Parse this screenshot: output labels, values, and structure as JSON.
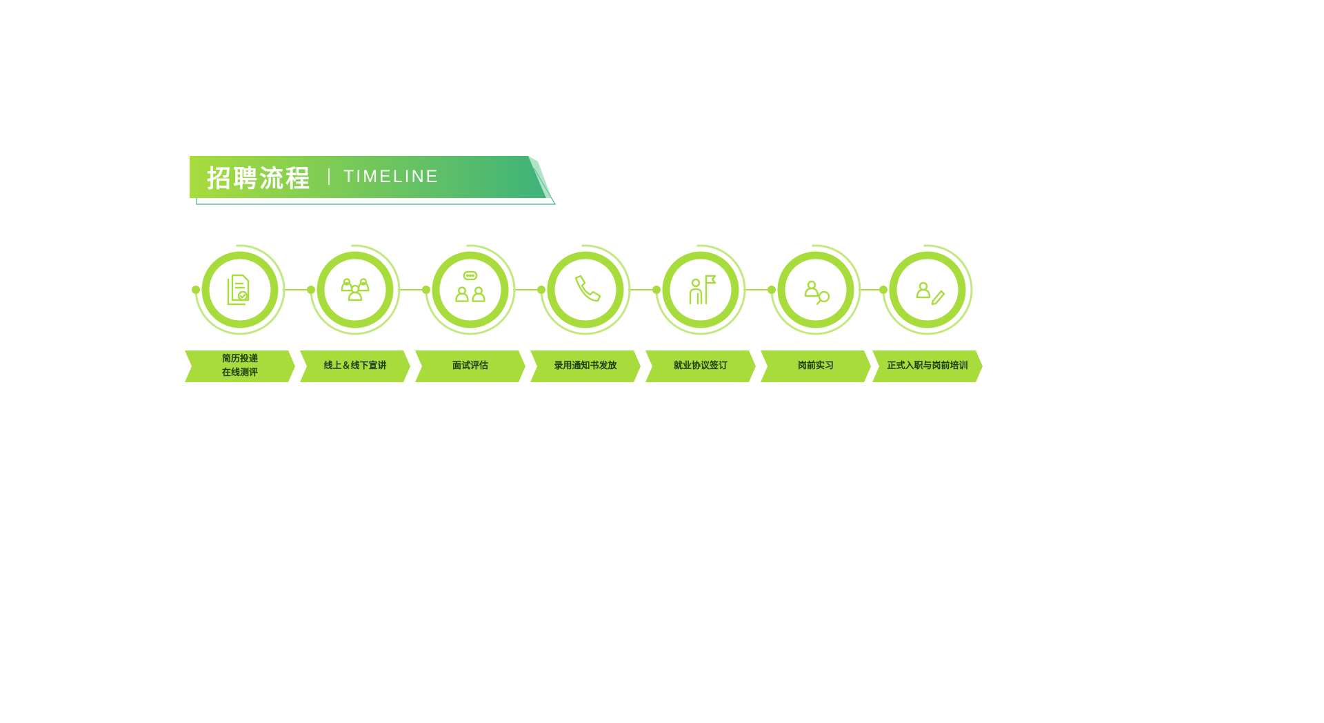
{
  "header": {
    "title": "招聘流程",
    "subtitle": "TIMELINE"
  },
  "colors": {
    "lime": "#a7dc3c",
    "lime_light": "#c3e87f",
    "green_dark": "#3fb37a",
    "label_text": "#1d3b10"
  },
  "steps": [
    {
      "label": "简历投递\n在线测评",
      "icon": "resume-check-icon"
    },
    {
      "label": "线上＆线下宣讲",
      "icon": "group-people-icon"
    },
    {
      "label": "面试评估",
      "icon": "interview-chat-icon"
    },
    {
      "label": "录用通知书发放",
      "icon": "phone-icon"
    },
    {
      "label": "就业协议签订",
      "icon": "flag-person-icon"
    },
    {
      "label": "岗前实习",
      "icon": "person-search-icon"
    },
    {
      "label": "正式入职与岗前培训",
      "icon": "person-pen-icon"
    }
  ]
}
